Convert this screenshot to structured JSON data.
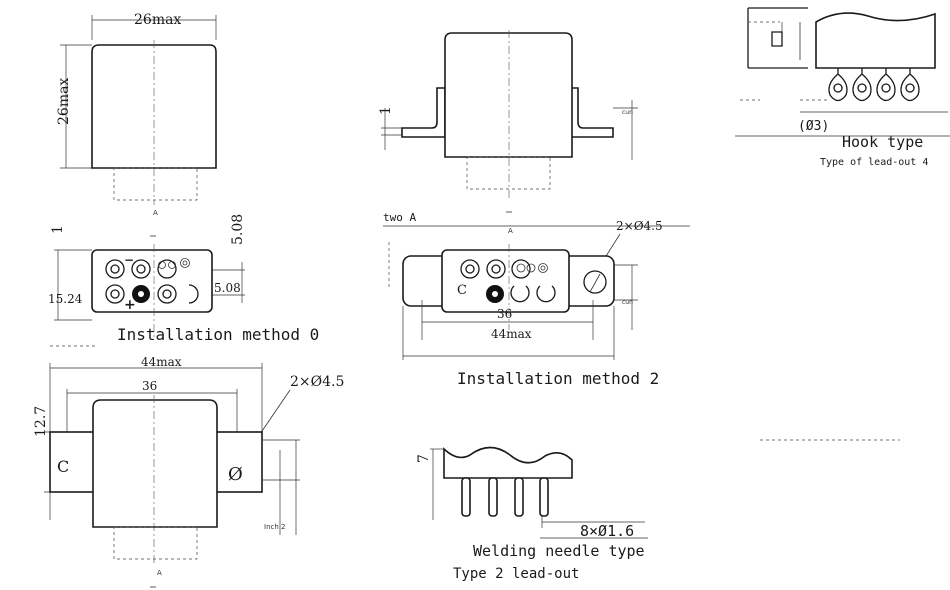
{
  "views": {
    "front_view": {
      "width_label": "26max",
      "height_label": "26max",
      "section_mark": "A"
    },
    "top_view": {
      "dim_1": "1",
      "dim_5_08_v": "5.08",
      "dim_5_08_h": "5.08",
      "dim_15_24": "15.24",
      "plus": "+",
      "minus": "−"
    },
    "method0": {
      "caption": "Installation method 0"
    },
    "bottom_view": {
      "width_44": "44max",
      "width_36": "36",
      "hole_label": "2×Ø4.5",
      "height_12_7": "12.7",
      "c_label": "C",
      "phi_label": "Ø",
      "inch_label": "Inch 2",
      "section_mark": "A"
    },
    "side_view2": {
      "dim_1": "1",
      "cun": "cun",
      "section_mark": "A"
    },
    "method2": {
      "two_a": "two A",
      "hole_label": "2×Ø4.5",
      "c_label": "C",
      "dim_36": "36",
      "dim_44": "44max",
      "cun": "cun",
      "caption": "Installation method 2"
    },
    "welding": {
      "dim_7": "7",
      "needle_label": "8×Ø1.6",
      "caption": "Welding needle type",
      "subcaption": "Type 2 lead-out"
    },
    "hook": {
      "dia_label": "(Ø3)",
      "caption": "Hook type",
      "subcaption": "Type of lead-out 4"
    }
  }
}
